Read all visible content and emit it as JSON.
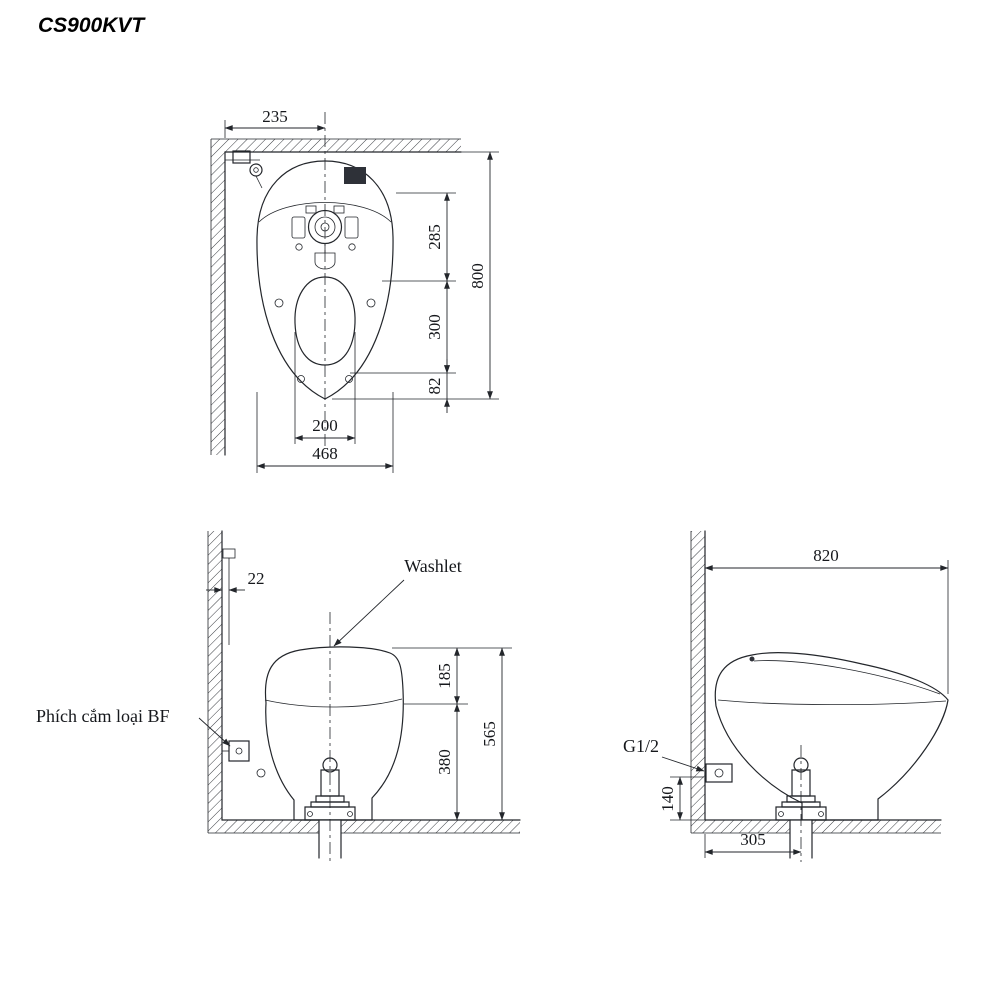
{
  "title": "CS900KVT",
  "colors": {
    "line": "#23262b",
    "text": "#16181c"
  },
  "top_view": {
    "dim_wall_to_center": "235",
    "dim_back_section": "285",
    "dim_total_depth": "800",
    "dim_mid_section": "300",
    "dim_front_section": "82",
    "dim_seat_width": "200",
    "dim_overall_width": "468"
  },
  "side_view": {
    "label_washlet": "Washlet",
    "label_plug": "Phích cắm loại BF",
    "dim_wall_gap": "22",
    "dim_lid_height": "185",
    "dim_total_height": "565",
    "dim_bowl_height": "380"
  },
  "rear_view": {
    "label_supply": "G1/2",
    "dim_total_length": "820",
    "dim_supply_height": "140",
    "dim_drain_offset": "305"
  }
}
